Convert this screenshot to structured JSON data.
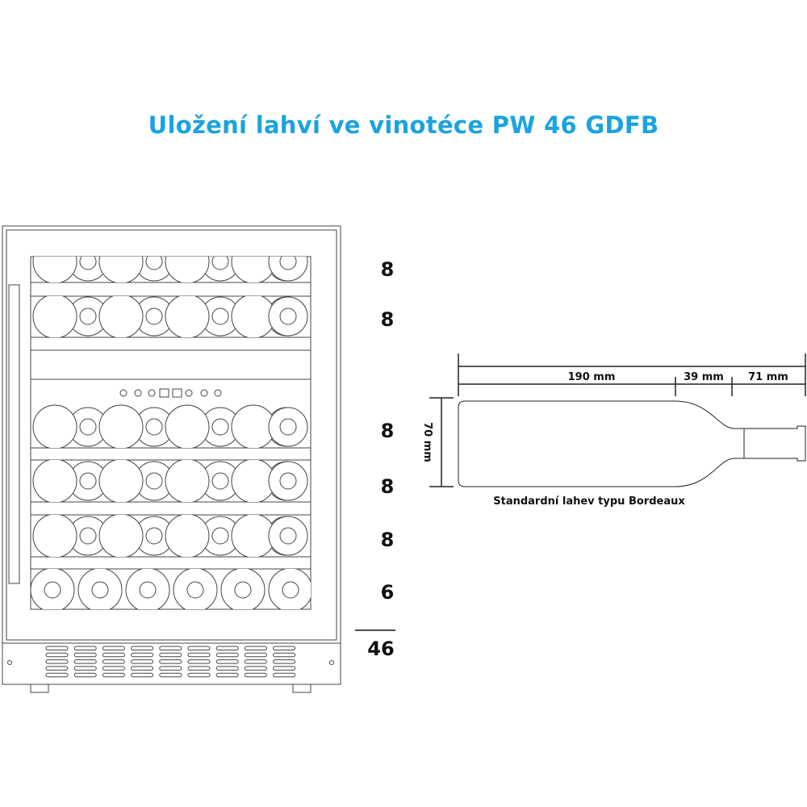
{
  "title": "Uložení lahví ve vinotéce PW 46 GDFB",
  "shelf_counts": [
    "8",
    "8",
    "8",
    "8",
    "8",
    "6"
  ],
  "total": "46",
  "bottle": {
    "caption": "Standardní lahev typu Bordeaux",
    "body_length": "190 mm",
    "shoulder_length": "39 mm",
    "neck_length": "71 mm",
    "diameter": "70 mm"
  },
  "colors": {
    "title": "#1aa3e0",
    "line": "#333333"
  }
}
